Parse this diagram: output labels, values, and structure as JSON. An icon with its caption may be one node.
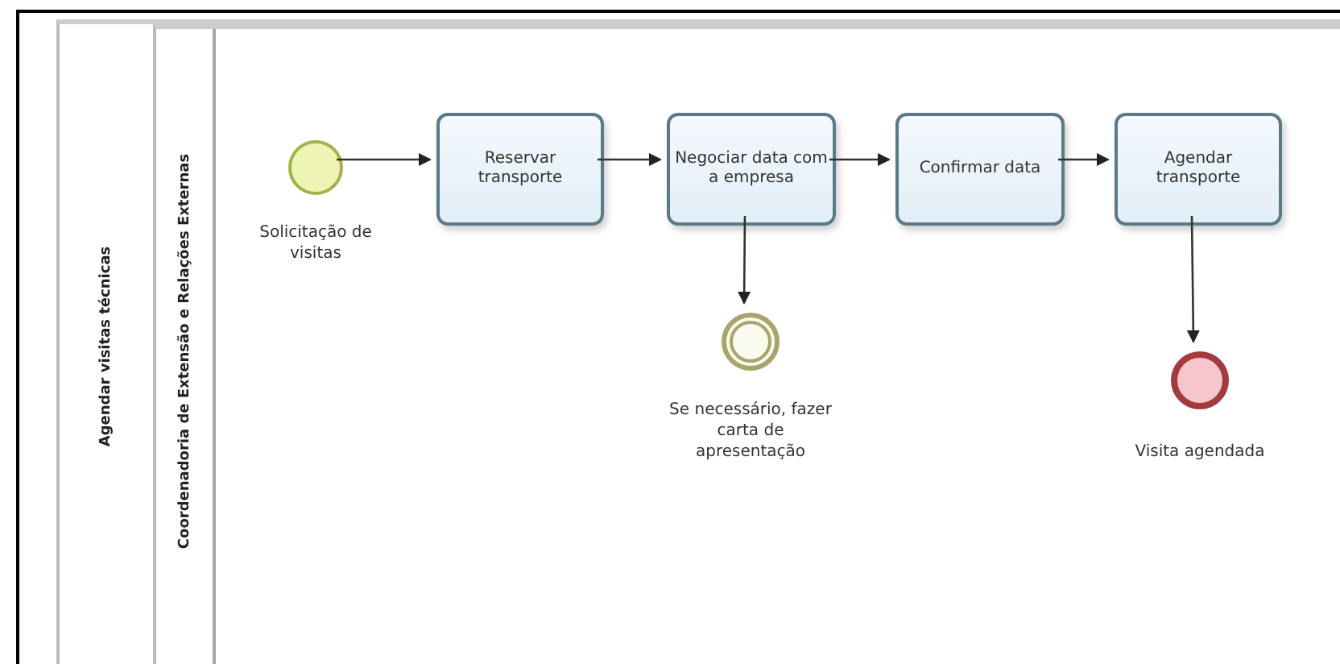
{
  "diagram": {
    "nodes": [
      {
        "text": [
          "Agendar visitas técnicas"
        ]
      },
      {
        "text": [
          "Coordenadoria de Extensão e Relações Externas"
        ],
        "in": 0
      },
      {
        "text": [],
        "shape": "circle",
        "in": 1,
        "beside": [
          "Solicitação de visitas"
        ]
      },
      {
        "text": [
          "Reservar transporte"
        ],
        "in": 1
      },
      {
        "text": [
          "Negociar data com a empresa"
        ],
        "in": 1
      },
      {
        "text": [
          "Confirmar data"
        ],
        "in": 1
      },
      {
        "text": [
          "Agendar transporte"
        ],
        "in": 1
      },
      {
        "text": [],
        "shape": "circle",
        "in": 1,
        "beside": [
          "Se necessário, fazer carta de apresentação"
        ]
      },
      {
        "text": [],
        "shape": "circle",
        "in": 1,
        "beside": [
          "Visita agendada"
        ]
      }
    ],
    "edges": [
      {
        "from": 2,
        "to": 3,
        "arrow": "to"
      },
      {
        "from": 3,
        "to": 4,
        "arrow": "to"
      },
      {
        "from": 4,
        "to": 5,
        "arrow": "to"
      },
      {
        "from": 5,
        "to": 6,
        "arrow": "to"
      },
      {
        "from": 4,
        "to": 7,
        "arrow": "to"
      },
      {
        "from": 6,
        "to": 8,
        "arrow": "to"
      }
    ]
  }
}
